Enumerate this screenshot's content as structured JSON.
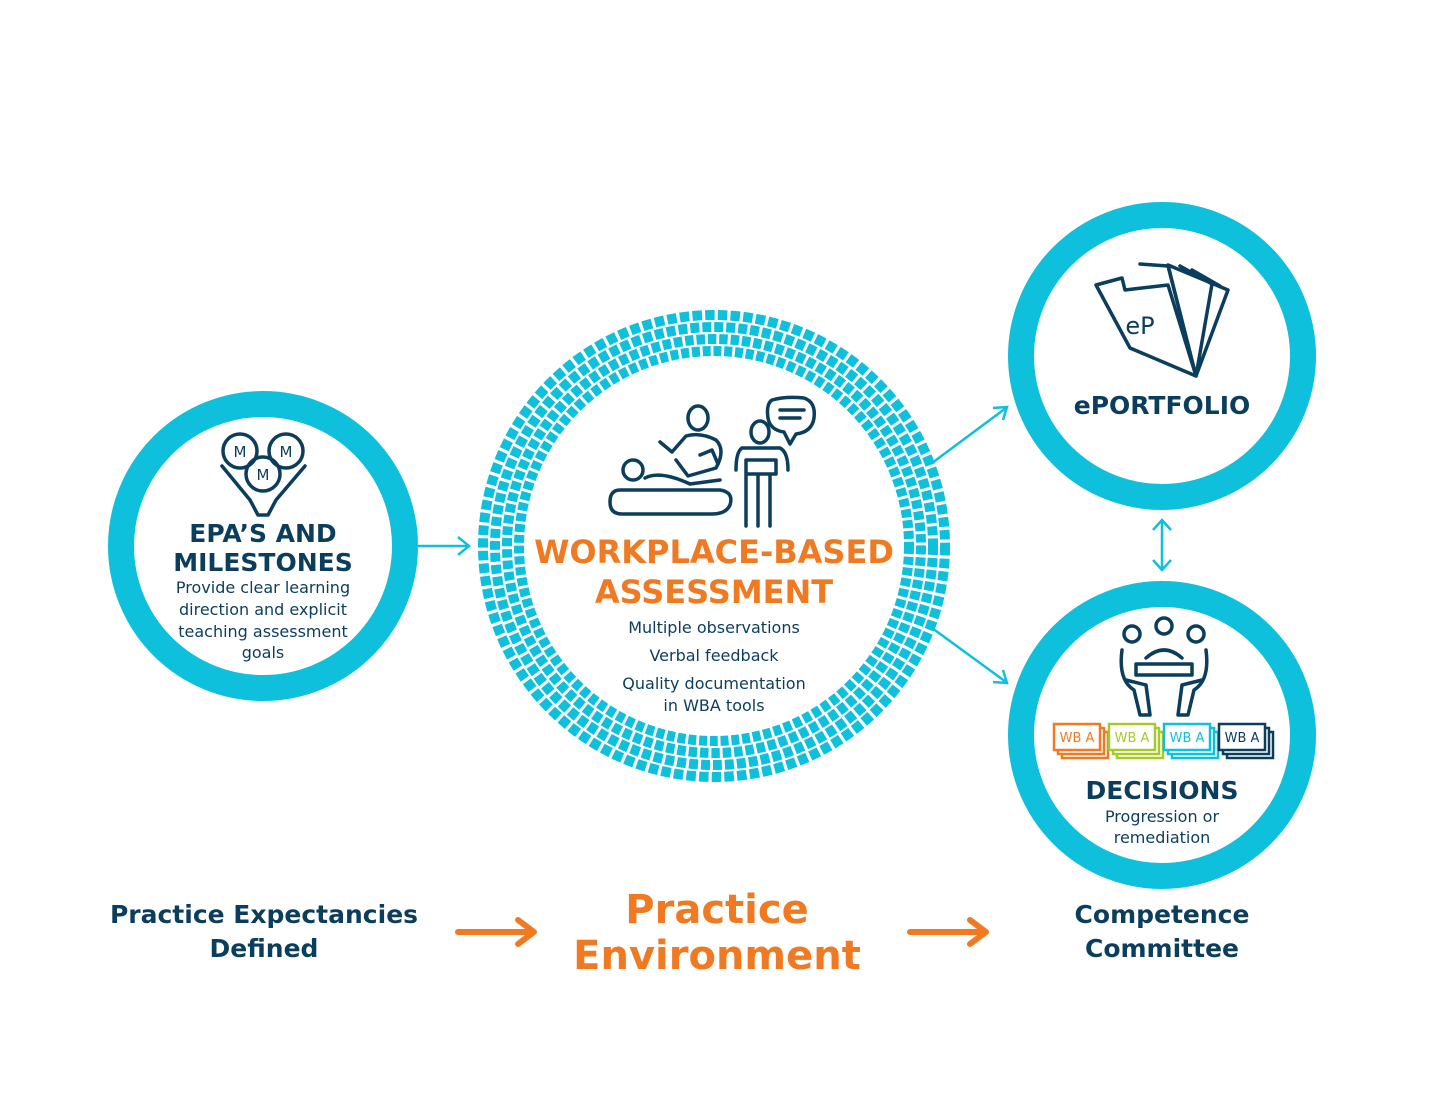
{
  "colors": {
    "cyan": "#0fc0dd",
    "navy": "#0b3d5c",
    "orange": "#f07a22",
    "lime": "#a8c92a"
  },
  "epa": {
    "icon_letter": "M",
    "title_line1": "EPA’S AND",
    "title_line2": "MILESTONES",
    "desc": [
      "Provide clear learning",
      "direction and explicit",
      "teaching assessment",
      "goals"
    ]
  },
  "wba": {
    "title_line1": "WORKPLACE-BASED",
    "title_line2": "ASSESSMENT",
    "items": [
      "Multiple observations",
      "Verbal feedback",
      "Quality documentation",
      "in WBA tools"
    ]
  },
  "eportfolio": {
    "icon_label": "eP",
    "title": "ePORTFOLIO"
  },
  "decisions": {
    "card_label": "WB A",
    "title": "DECISIONS",
    "desc": [
      "Progression or",
      "remediation"
    ]
  },
  "footer": {
    "left": [
      "Practice Expectancies",
      "Defined"
    ],
    "center": [
      "Practice",
      "Environment"
    ],
    "right": [
      "Competence",
      "Committee"
    ]
  }
}
